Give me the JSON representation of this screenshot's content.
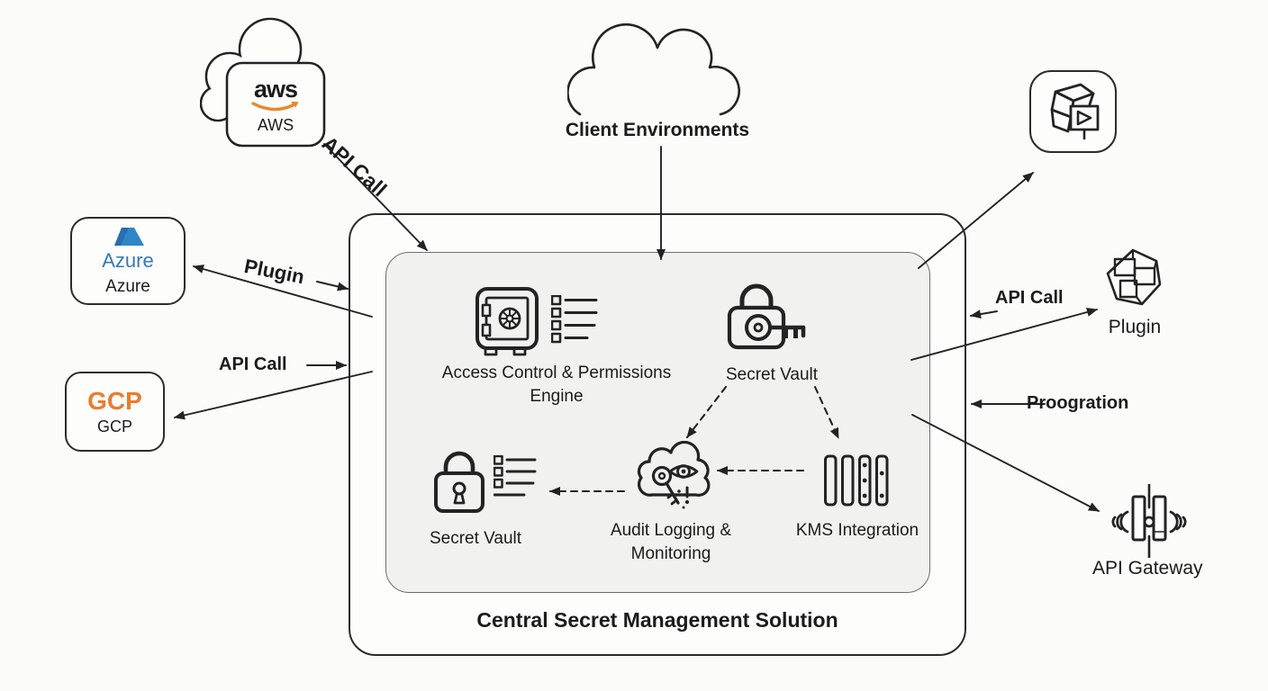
{
  "title": "Central Secret Management Solution",
  "external": {
    "aws": {
      "logo_text": "aws",
      "label": "AWS"
    },
    "client": {
      "label": "Client Environments"
    },
    "azure": {
      "logo_text": "Azure",
      "label": "Azure"
    },
    "gcp": {
      "logo_text": "GCP",
      "label": "GCP"
    },
    "plugin": {
      "label": "Plugin"
    },
    "api_gateway": {
      "label": "API Gateway"
    }
  },
  "components": {
    "access_engine": {
      "line1": "Access Control & Permissions",
      "line2": "Engine"
    },
    "secret_vault_top": {
      "label": "Secret Vault"
    },
    "secret_vault_bottom": {
      "label": "Secret Vault"
    },
    "audit": {
      "line1": "Audit Logging &",
      "line2": "Monitoring"
    },
    "kms": {
      "label": "KMS Integration"
    }
  },
  "edge_labels": {
    "aws_api_call": "API Call",
    "azure_plugin": "Plugin",
    "gcp_api_call": "API Call",
    "plugin_api_call": "API Call",
    "propagation": "Proogration"
  },
  "colors": {
    "line": "#232323",
    "panel": "#f1f1ef",
    "box_bg": "#fdfdfc",
    "page_bg": "#fbfbf9",
    "text": "#1b1b1b",
    "aws_orange": "#e8882b",
    "gcp_orange": "#e87d2e",
    "azure_blue": "#2e86c8",
    "azure_text": "#3579b8"
  }
}
